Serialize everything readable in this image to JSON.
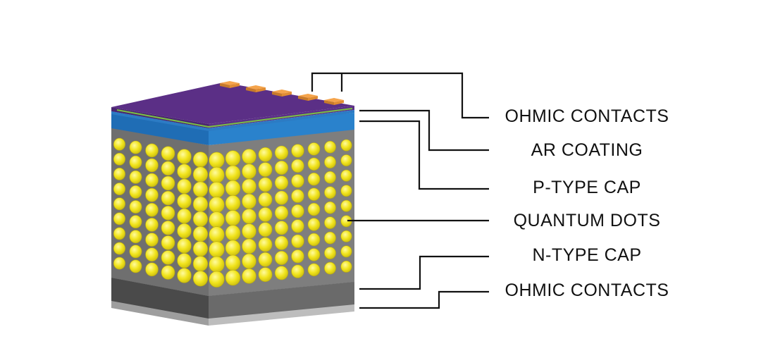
{
  "labels": {
    "ohmic_contacts_top": "OHMIC CONTACTS",
    "ar_coating": "AR COATING",
    "p_type_cap": "P-TYPE CAP",
    "quantum_dots": "QUANTUM DOTS",
    "n_type_cap": "N-TYPE CAP",
    "ohmic_contacts_bottom": "OHMIC CONTACTS"
  },
  "colors": {
    "contact": "#F5A44B",
    "contact_side": "#C77A2A",
    "ar_coating": "#5B2F86",
    "ar_line": "#7BC043",
    "p_type_top": "#2C7BC4",
    "p_type_side": "#1F5E9E",
    "dots_bg": "#7A7A7A",
    "dots_bg_dark": "#5E5E5E",
    "dot": "#F1E41C",
    "dot_highlight": "#FFFBA0",
    "n_type_top": "#2E2E2E",
    "n_type_side": "#5A5A5A",
    "bottom_contact": "#BDBDBD",
    "leader_line": "#111111"
  }
}
